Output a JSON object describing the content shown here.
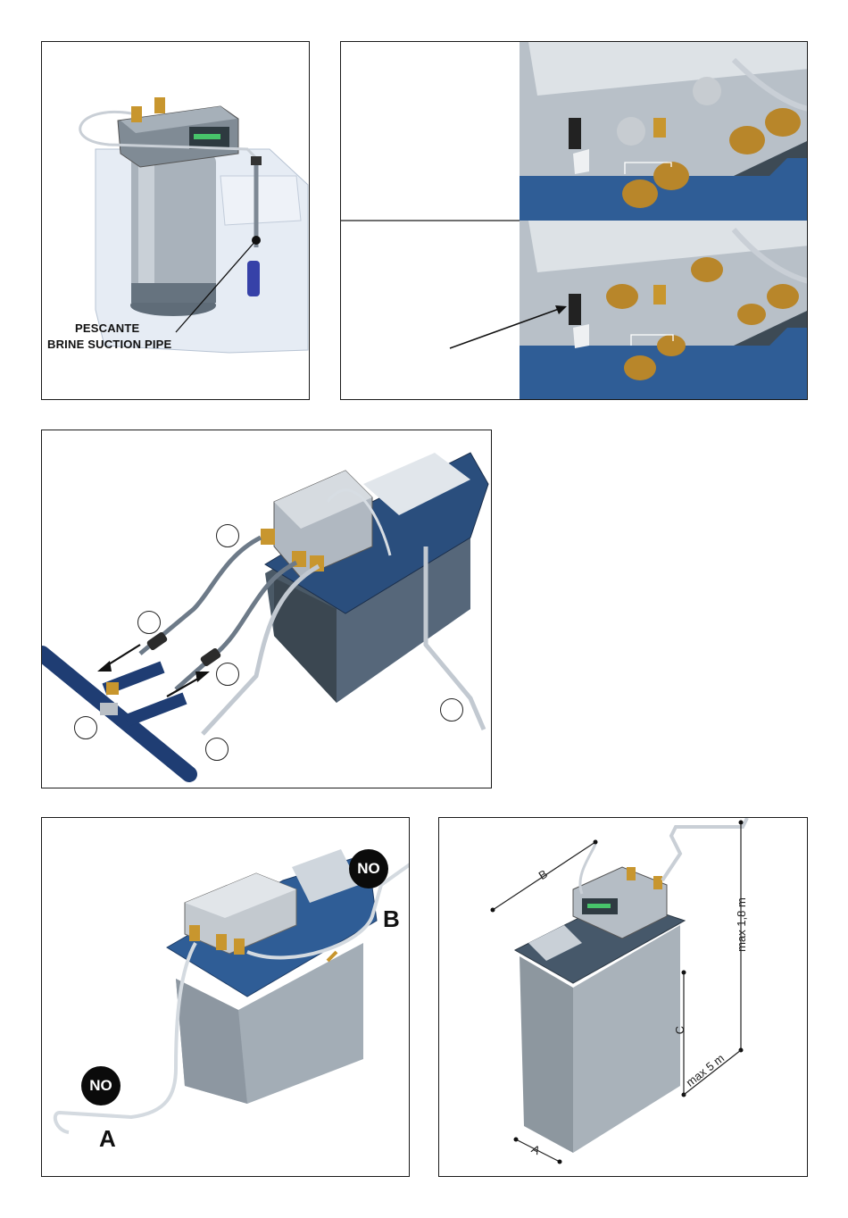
{
  "figure1": {
    "caption_line1": "PESCANTE",
    "caption_line2": "BRINE SUCTION PIPE"
  },
  "figure4": {
    "no_badge_top": "NO",
    "no_badge_bottom": "NO",
    "label_a": "A",
    "label_b": "B"
  },
  "figure5": {
    "label_a": "A",
    "label_b": "B",
    "label_c": "C",
    "max_height": "max 1,8 m",
    "max_length": "max 5 m"
  },
  "colors": {
    "unit_grey": "#9aa3ab",
    "lid_blue": "#2f5d96",
    "brass": "#c8962e",
    "pipe_blue": "#1f3d73",
    "glass": "#dfe6ef"
  }
}
